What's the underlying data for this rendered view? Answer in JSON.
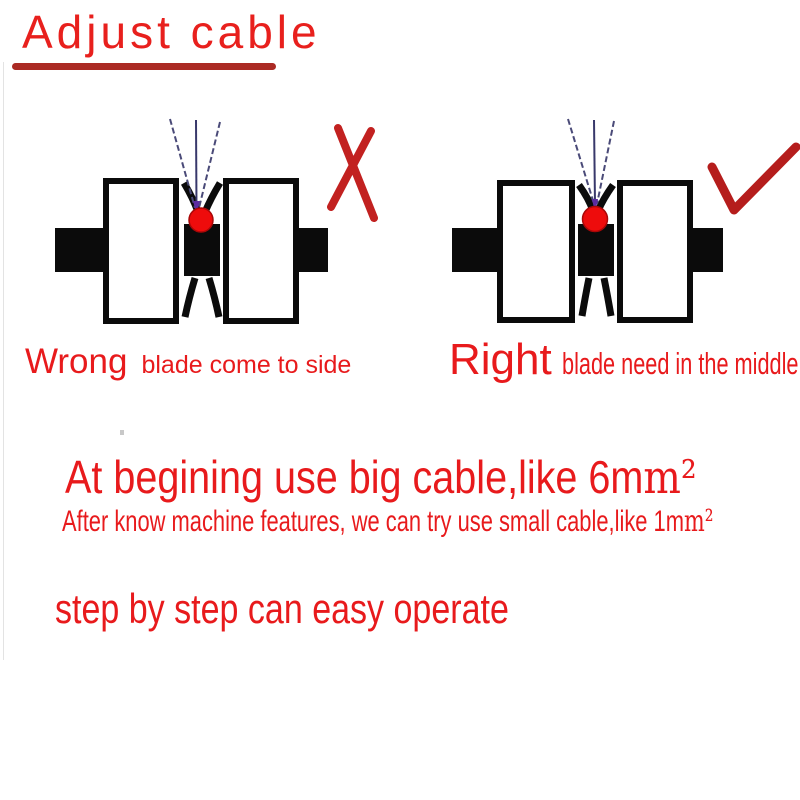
{
  "title": {
    "text": "Adjust cable"
  },
  "diagrams": {
    "wrong": {
      "label": "Wrong",
      "caption": "blade come to side",
      "verdict": "incorrect"
    },
    "right": {
      "label": "Right",
      "caption": "blade need in the middle",
      "verdict": "correct"
    }
  },
  "notes": {
    "line1_text": "At begining use big cable,like 6m",
    "line1_unit": "m²",
    "line2_text": "After know machine features, we can try use small cable,like 1m",
    "line2_unit": "m²",
    "line3": "step by step can easy operate"
  },
  "colors": {
    "text_red": "#e81a1c",
    "title_red": "#e8201d",
    "underline_red": "#ab2a24",
    "cross_mark_red": "#c22120",
    "check_mark_red": "#b51d1c",
    "cable_red": "#ee0c0c",
    "blade_line_slate": "#4a4a78",
    "blade_tip_purple": "#5b2ca0",
    "diagram_black": "#0b0b0b"
  }
}
